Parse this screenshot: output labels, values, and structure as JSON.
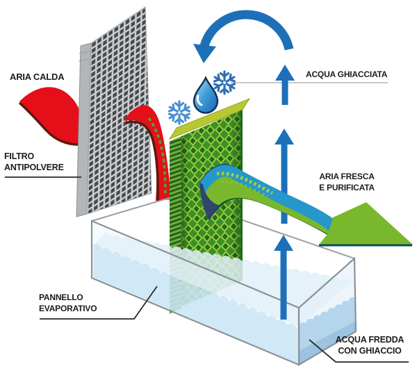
{
  "diagram": {
    "labels": {
      "aria_calda": "ARIA CALDA",
      "filtro_1": "FILTRO",
      "filtro_2": "ANTIPOLVERE",
      "acqua_ghiacciata": "ACQUA GHIACCIATA",
      "aria_fresca_1": "ARIA FRESCA",
      "aria_fresca_2": "E PURIFICATA",
      "pannello_1": "PANNELLO",
      "pannello_2": "EVAPORATIVO",
      "acqua_fredda_1": "ACQUA FREDDA",
      "acqua_fredda_2": "CON GHIACCIO"
    },
    "colors": {
      "arrow_blue": "#1d70b8",
      "hot_air_red": "#e50f1a",
      "ribbon_dark_red": "#5c190b",
      "fresh_air_green": "#79b82c",
      "fresh_ribbon_blue": "#2597cb",
      "panel_green_dark": "#1e6b17",
      "panel_green_light": "#a4d13e",
      "panel_top_yellow_green": "#b9c832",
      "filter_gray": "#43484d",
      "water_light_blue": "#cfe7f3",
      "label_text": "#1d1c1a"
    },
    "icons": [
      "circulation-arrow-icon",
      "up-arrow-icon",
      "snowflake-icon",
      "water-drop-icon",
      "dust-filter-grid",
      "evaporative-panel",
      "water-tank"
    ]
  }
}
